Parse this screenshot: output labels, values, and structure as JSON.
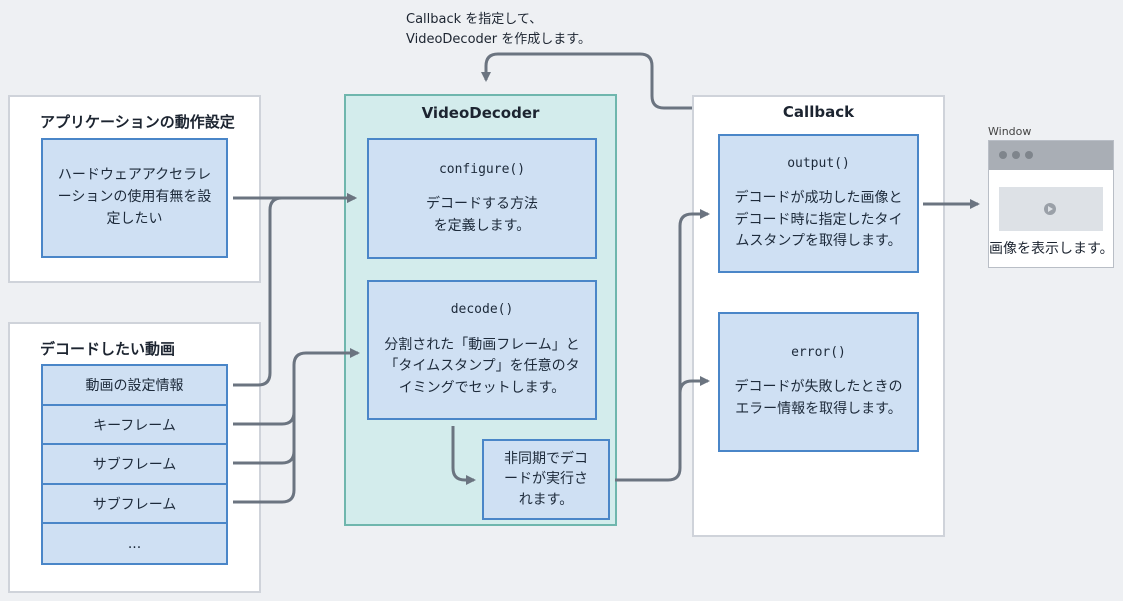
{
  "top_note": {
    "line1": "Callback を指定して、",
    "line2": "VideoDecoder を作成します。"
  },
  "app_settings": {
    "title": "アプリケーションの動作設定",
    "box": "ハードウェアアクセラレーションの使用有無を設定したい"
  },
  "video": {
    "title": "デコードしたい動画",
    "rows": [
      "動画の設定情報",
      "キーフレーム",
      "サブフレーム",
      "サブフレーム",
      "..."
    ]
  },
  "decoder": {
    "title": "VideoDecoder",
    "configure": {
      "fn": "configure()",
      "desc": "デコードする方法を定義します。"
    },
    "decode": {
      "fn": "decode()",
      "desc": "分割された「動画フレーム」と「タイムスタンプ」を任意のタイミングでセットします。"
    },
    "async": "非同期でデコードが実行されます。"
  },
  "callback": {
    "title": "Callback",
    "output": {
      "fn": "output()",
      "desc": "デコードが成功した画像とデコード時に指定したタイムスタンプを取得します。"
    },
    "error": {
      "fn": "error()",
      "desc": "デコードが失敗したときのエラー情報を取得します。"
    }
  },
  "window": {
    "label": "Window",
    "caption": "画像を表示します。"
  },
  "colors": {
    "line": "#6b7480",
    "blue_fill": "#cfe0f3",
    "blue_border": "#4a86c8",
    "teal_fill": "#d3ecec",
    "teal_border": "#6fb6ad"
  }
}
